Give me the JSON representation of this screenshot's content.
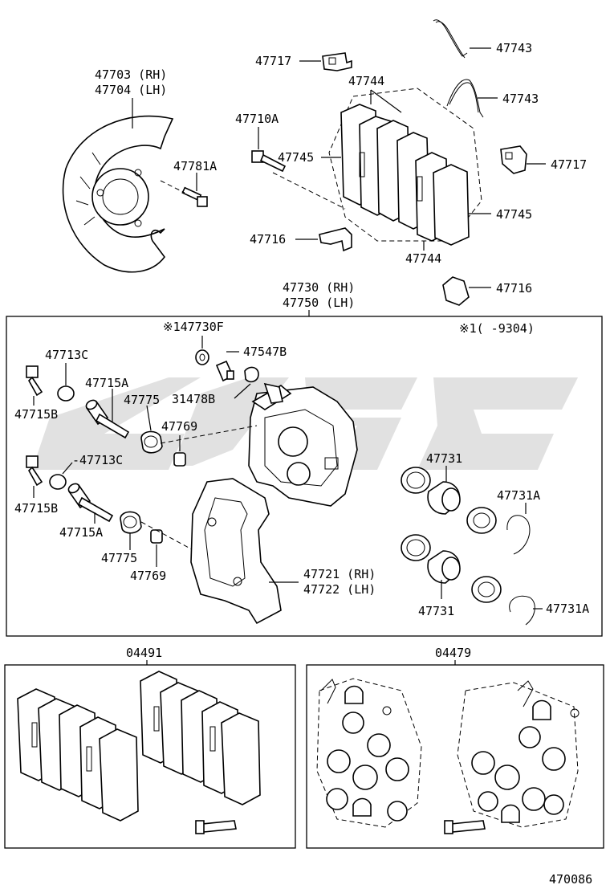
{
  "labels": {
    "l47703": "47703 (RH)",
    "l47704": "47704 (LH)",
    "l47781A": "47781A",
    "l47717a": "47717",
    "l47710A": "47710A",
    "l47744a": "47744",
    "l47745a": "47745",
    "l47716a": "47716",
    "l47744b": "47744",
    "l47743a": "47743",
    "l47743b": "47743",
    "l47717b": "47717",
    "l47745b": "47745",
    "l47716b": "47716",
    "l47730": "47730 (RH)",
    "l47750": "47750 (LH)",
    "l147730F": "※147730F",
    "lnote1": "※1(     -9304)",
    "l47547B": "47547B",
    "l47713Ca": "47713C",
    "l47715Ba": "47715B",
    "l47715Aa": "47715A",
    "l47775a": "47775",
    "l31478B": "31478B",
    "l47769a": "47769",
    "l47713Cb": "-47713C",
    "l47715Bb": "47715B",
    "l47715Ab": "47715A",
    "l47775b": "47775",
    "l47769b": "47769",
    "l47731a": "47731",
    "l47731Aa": "47731A",
    "l47721": "47721 (RH)",
    "l47722": "47722 (LH)",
    "l47731b": "47731",
    "l47731Ab": "47731A",
    "l04491": "04491",
    "l04479": "04479",
    "lfig": "470086"
  }
}
